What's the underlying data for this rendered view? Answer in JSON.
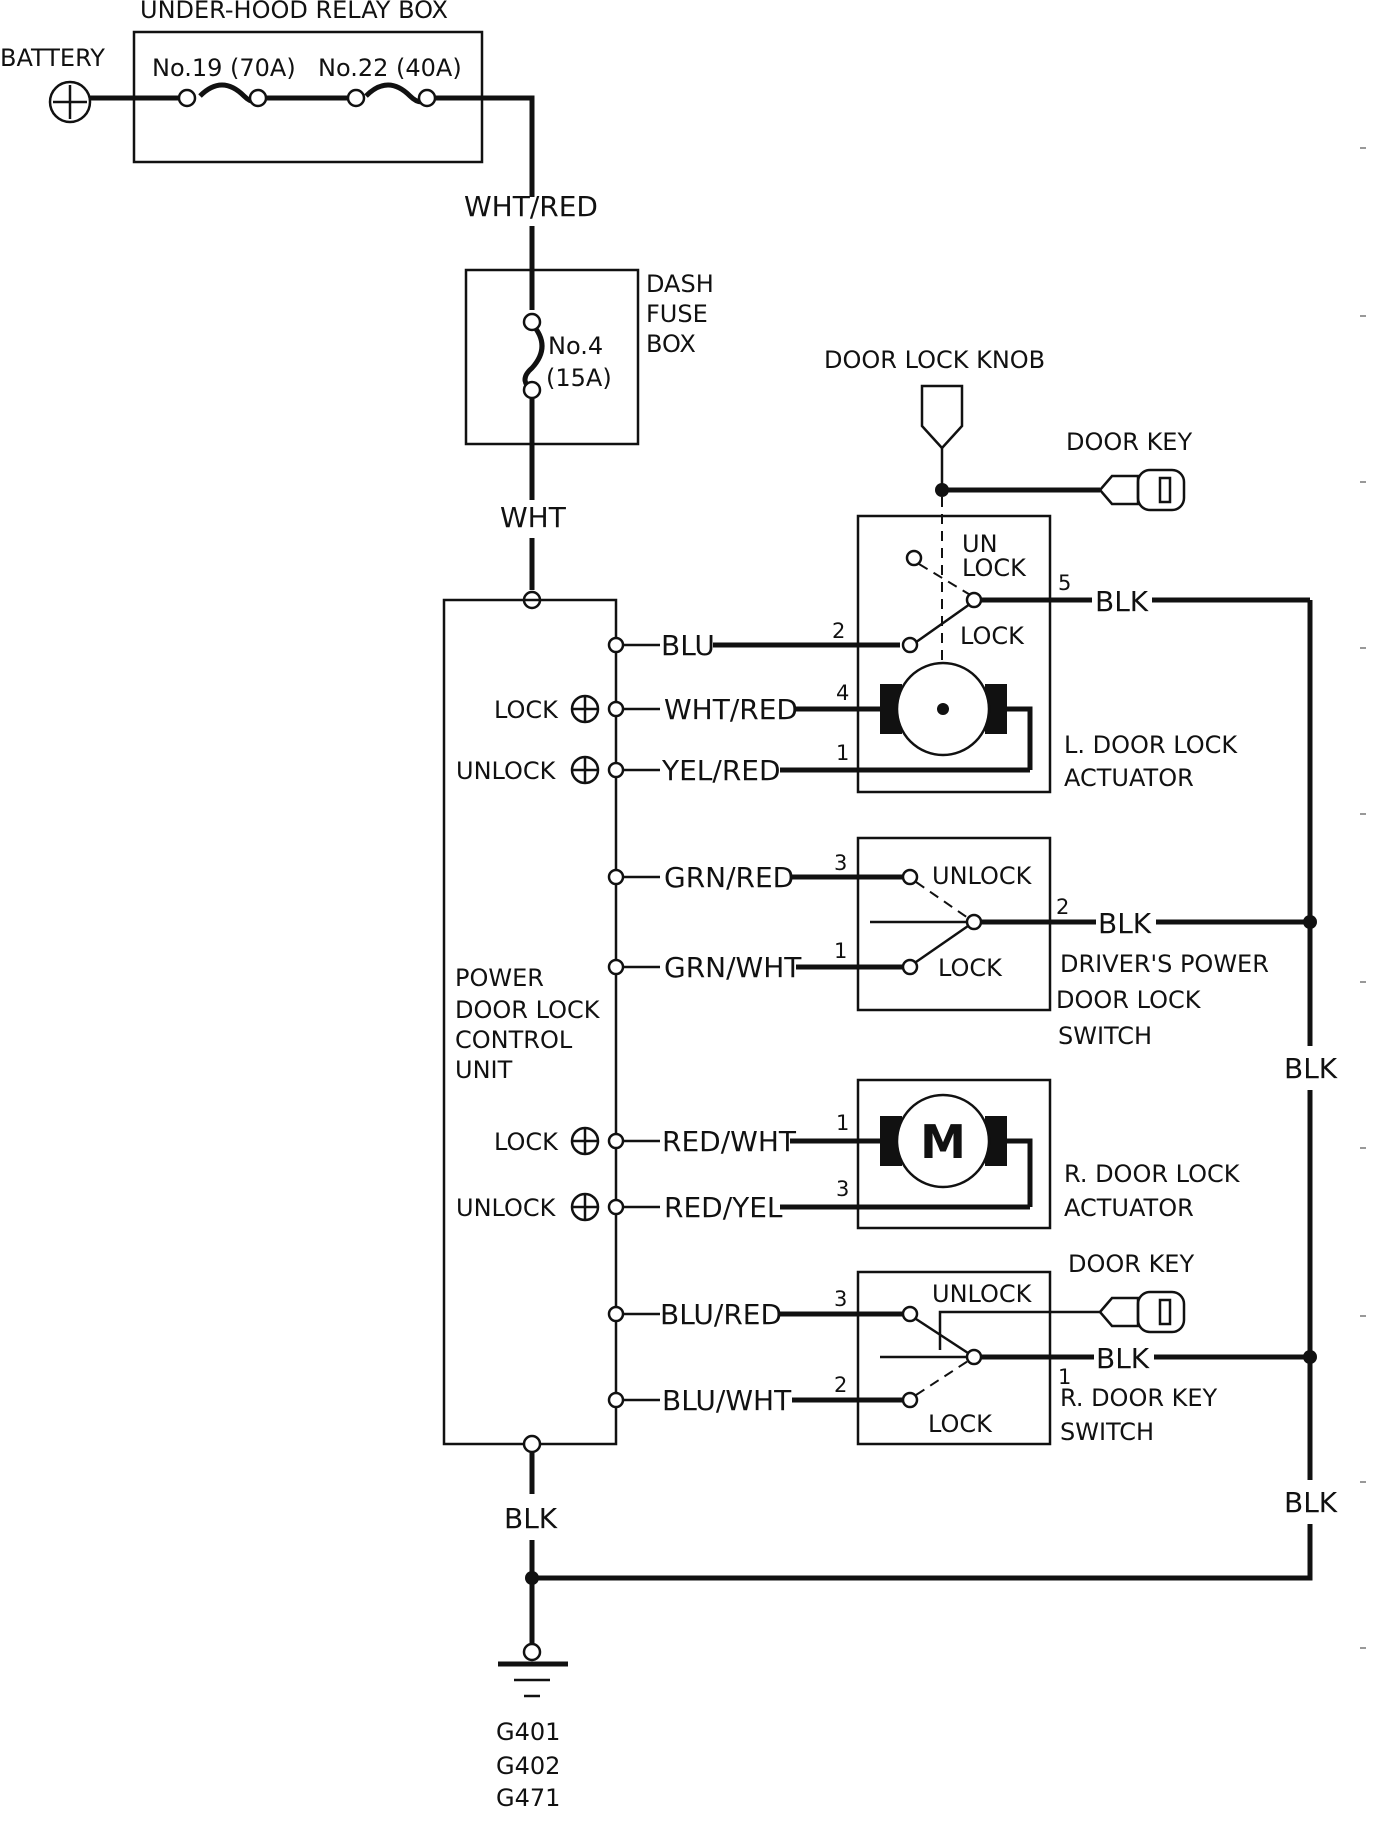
{
  "relay_box": {
    "title": "UNDER-HOOD RELAY BOX",
    "fuse19": "No.19 (70A)",
    "fuse22": "No.22 (40A)"
  },
  "battery": {
    "label": "BATTERY"
  },
  "dash_fuse_box": {
    "title_1": "DASH",
    "title_2": "FUSE",
    "title_3": "BOX",
    "fuse_1": "No.4",
    "fuse_2": "(15A)"
  },
  "wires": {
    "wht_red_top": "WHT/RED",
    "wht": "WHT",
    "blu": "BLU",
    "wht_red": "WHT/RED",
    "yel_red": "YEL/RED",
    "grn_red": "GRN/RED",
    "grn_wht": "GRN/WHT",
    "red_wht": "RED/WHT",
    "red_yel": "RED/YEL",
    "blu_red": "BLU/RED",
    "blu_wht": "BLU/WHT",
    "blk": "BLK"
  },
  "control_unit": {
    "label_1": "POWER",
    "label_2": "DOOR LOCK",
    "label_3": "CONTROL",
    "label_4": "UNIT",
    "lock": "LOCK",
    "unlock": "UNLOCK"
  },
  "l_actuator": {
    "knob": "DOOR LOCK KNOB",
    "door_key": "DOOR KEY",
    "unlock_1": "UN",
    "unlock_2": "LOCK",
    "lock": "LOCK",
    "name_1": "L. DOOR LOCK",
    "name_2": "ACTUATOR",
    "pin2": "2",
    "pin4": "4",
    "pin1": "1",
    "pin5": "5"
  },
  "driver_switch": {
    "unlock": "UNLOCK",
    "lock": "LOCK",
    "name_1": "DRIVER'S POWER",
    "name_2": "DOOR LOCK",
    "name_3": "SWITCH",
    "pin3": "3",
    "pin1": "1",
    "pin2": "2"
  },
  "r_actuator": {
    "motor": "M",
    "name_1": "R. DOOR LOCK",
    "name_2": "ACTUATOR",
    "pin1": "1",
    "pin3": "3"
  },
  "r_key_switch": {
    "door_key": "DOOR KEY",
    "unlock": "UNLOCK",
    "lock": "LOCK",
    "name_1": "R. DOOR KEY",
    "name_2": "SWITCH",
    "pin3": "3",
    "pin2": "2",
    "pin1": "1"
  },
  "ground": {
    "g1": "G401",
    "g2": "G402",
    "g3": "G471"
  }
}
